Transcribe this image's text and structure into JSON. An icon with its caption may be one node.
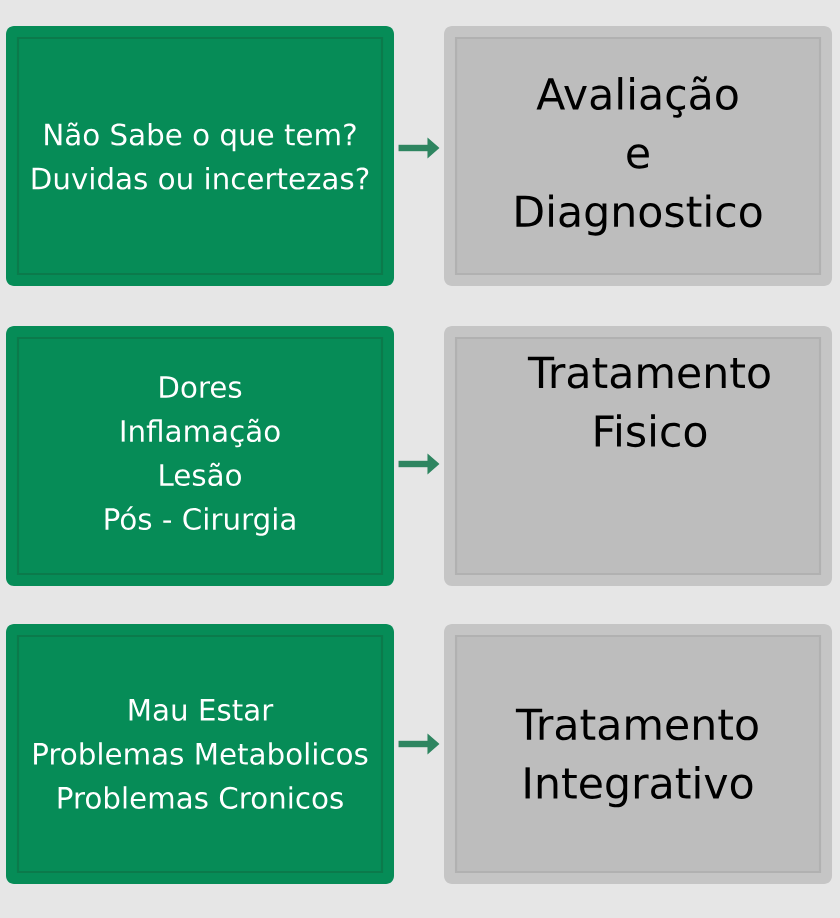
{
  "diagram": {
    "nodes": [
      {
        "text": [
          "Não Sabe o que tem?",
          "Duvidas ou incertezas?"
        ]
      },
      {
        "text": [
          "Avaliação e Diagnostico"
        ]
      },
      {
        "text": [
          "Dores",
          "Inflamação",
          "Lesão",
          "Pós - Cirurgia"
        ]
      },
      {
        "text": [
          "Tratamento Fisico"
        ]
      },
      {
        "text": [
          "Mau Estar",
          "Problemas Metabolicos",
          "Problemas Cronicos"
        ]
      },
      {
        "text": [
          "Tratamento Integrativo"
        ]
      }
    ],
    "edges": [
      {
        "from": 0,
        "to": 1,
        "arrow": "to"
      },
      {
        "from": 2,
        "to": 3,
        "arrow": "to"
      },
      {
        "from": 4,
        "to": 5,
        "arrow": "to"
      }
    ]
  }
}
